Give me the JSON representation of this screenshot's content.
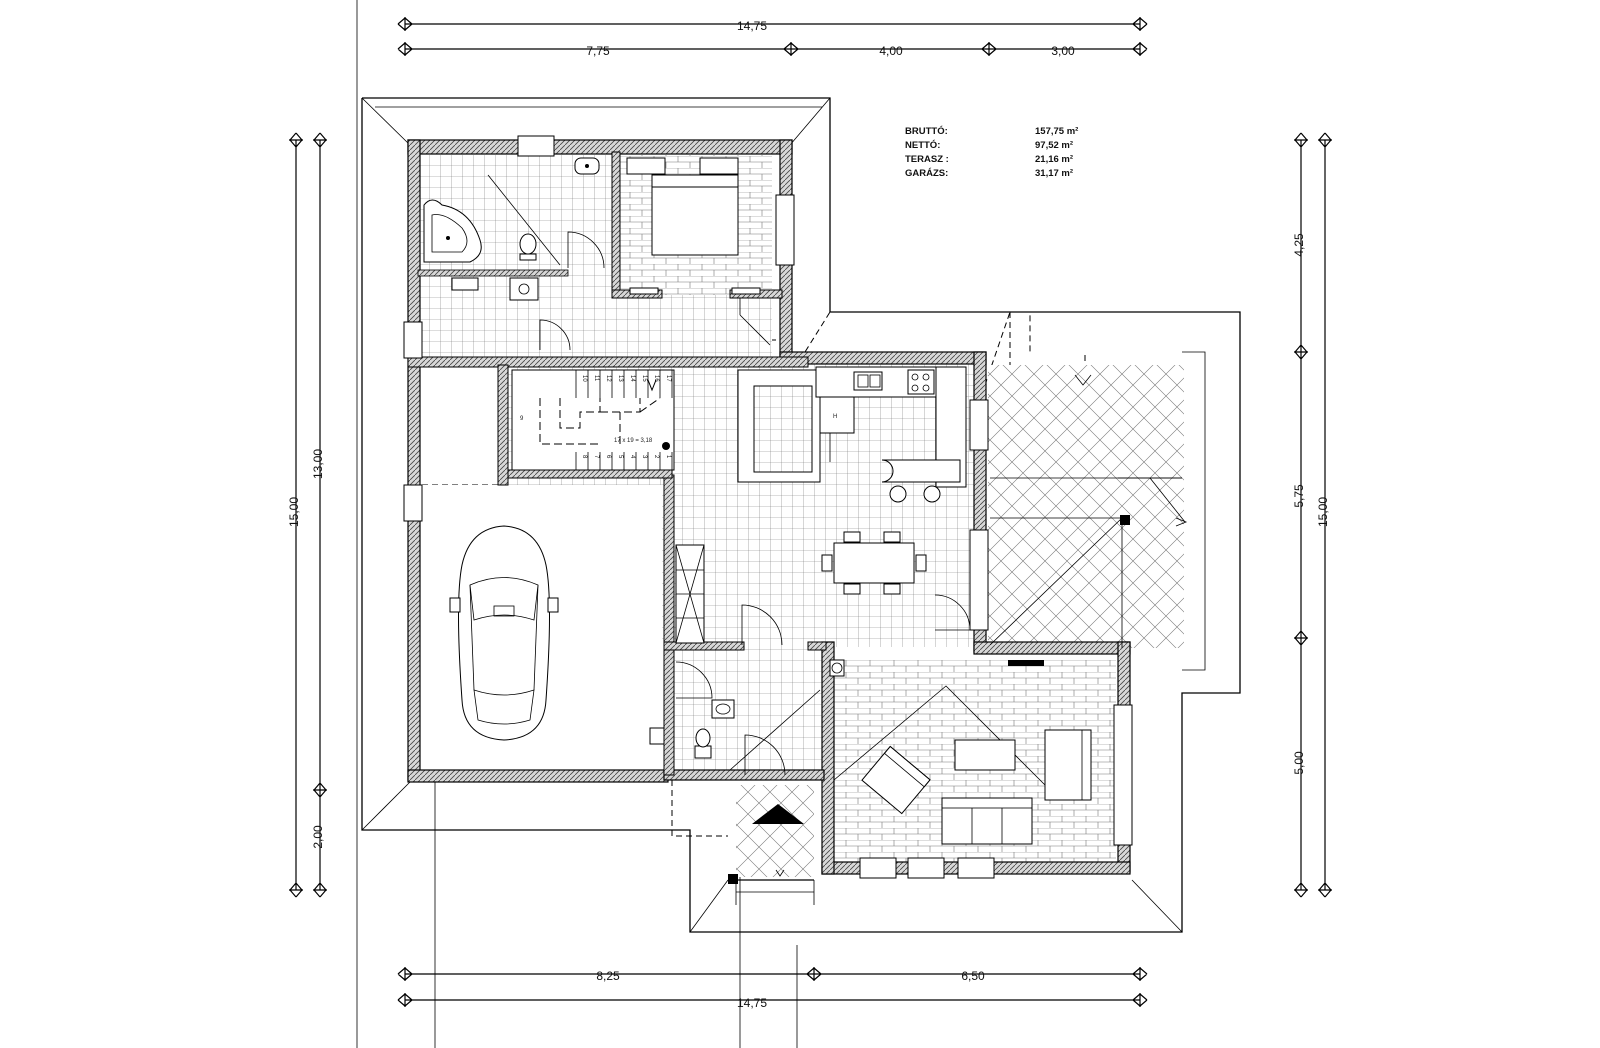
{
  "dimensions": {
    "top_total": "14,75",
    "top_segments": [
      "7,75",
      "4,00",
      "3,00"
    ],
    "bottom_segments": [
      "8,25",
      "6,50"
    ],
    "bottom_total": "14,75",
    "left_outer": "15,00",
    "left_inner": [
      "13,00",
      "2,00"
    ],
    "right_segments": [
      "4,25",
      "5,75",
      "5,00"
    ],
    "right_outer": "15,00"
  },
  "areas": [
    {
      "label": "BRUTTÓ:",
      "value": "157,75 m²"
    },
    {
      "label": "NETTÓ:",
      "value": "97,52 m²"
    },
    {
      "label": "TERASZ :",
      "value": "21,16 m²"
    },
    {
      "label": "GARÁZS:",
      "value": "31,17 m²"
    }
  ],
  "stairs": {
    "label": "17 x 19 = 3,18",
    "upper_numbers": [
      "10",
      "11",
      "12",
      "13",
      "14",
      "15",
      "16",
      "17"
    ],
    "lower_numbers": [
      "8",
      "7",
      "6",
      "5",
      "4",
      "3",
      "2",
      "1"
    ],
    "side_number": "9"
  },
  "fridge_label": "H"
}
